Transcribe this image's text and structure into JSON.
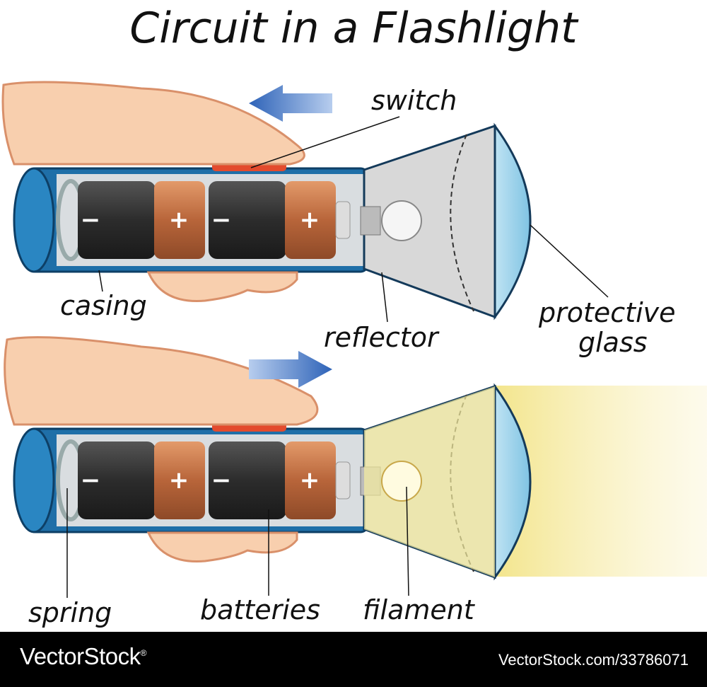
{
  "title": "Circuit in a Flashlight",
  "labels": {
    "switch": "switch",
    "casing": "casing",
    "reflector": "reflector",
    "protective_glass_line1": "protective",
    "protective_glass_line2": "glass",
    "spring": "spring",
    "batteries": "batteries",
    "filament": "filament"
  },
  "battery_signs": {
    "minus": "−",
    "plus": "+"
  },
  "footer": {
    "brand": "VectorStock",
    "registered": "®",
    "reference": "VectorStock.com/33786071"
  },
  "colors": {
    "casing": "#1f6fa8",
    "battery_body": "#3a3a3a",
    "battery_cap": "#c9784a",
    "beam": "#f4e79a",
    "arrow": "#2e63b8",
    "skin": "#f8cfae"
  }
}
